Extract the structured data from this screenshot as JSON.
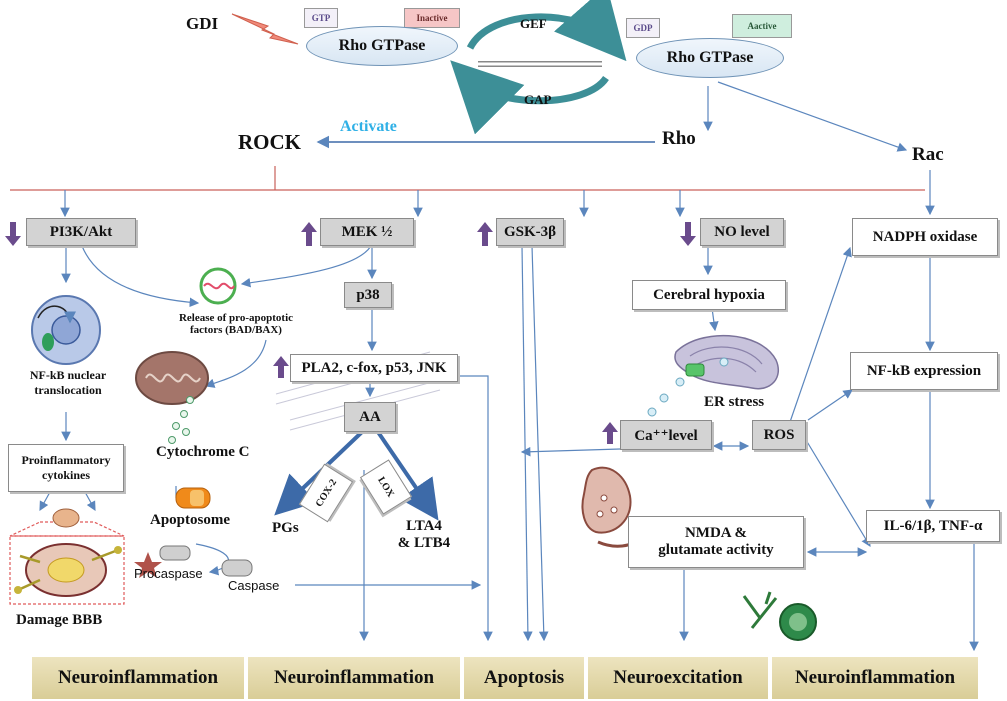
{
  "top": {
    "gdi": "GDI",
    "gtp": "GTP",
    "inactive": "Inactive",
    "rho_gtpase_left": "Rho GTPase",
    "gef": "GEF",
    "gap": "GAP",
    "gdp": "GDP",
    "active": "Aactive",
    "rho_gtpase_right": "Rho GTPase"
  },
  "mid": {
    "rock": "ROCK",
    "activate": "Activate",
    "rho": "Rho",
    "rac": "Rac"
  },
  "col1": {
    "pi3k": "PI3K/Akt",
    "nfkb_line1": "NF-kB nuclear",
    "nfkb_line2": "translocation",
    "cyto_line1": "Proinflammatory",
    "cyto_line2": "cytokines",
    "damage": "Damage BBB"
  },
  "col2": {
    "release_line1": "Release of pro-apoptotic",
    "release_line2": "factors (BAD/BAX)",
    "cytochrome": "Cytochrome C",
    "apoptosome": "Apoptosome",
    "procaspase": "Procaspase",
    "caspase": "Caspase"
  },
  "col3": {
    "mek": "MEK ½",
    "p38": "p38",
    "pla2": "PLA2, c-fox, p53, JNK",
    "aa": "AA",
    "cox2": "COX-2",
    "lox": "LOX",
    "pgs": "PGs",
    "lta4": "LTA4",
    "ltb4": "& LTB4"
  },
  "col4": {
    "gsk": "GSK-3β"
  },
  "col5": {
    "no": "NO level",
    "hypoxia": "Cerebral hypoxia",
    "er": "ER stress",
    "ca": "Ca⁺⁺level",
    "ros": "ROS",
    "nmda_line1": "NMDA &",
    "nmda_line2": "glutamate activity"
  },
  "col6": {
    "nadph": "NADPH oxidase",
    "nfkb_expr": "NF-kB expression",
    "il6": "IL-6/1β, TNF-α"
  },
  "bottom": {
    "b1": "Neuroinflammation",
    "b2": "Neuroinflammation",
    "b3": "Apoptosis",
    "b4": "Neuroexcitation",
    "b5": "Neuroinflammation"
  },
  "colors": {
    "arrow": "#5b86bd",
    "red_line": "#c9605a",
    "up_down_arrow": "#6a4b8c",
    "activate_text": "#2fb0e6",
    "banner": "#e2d7a6",
    "cycle_arrow": "#3d8f97"
  }
}
